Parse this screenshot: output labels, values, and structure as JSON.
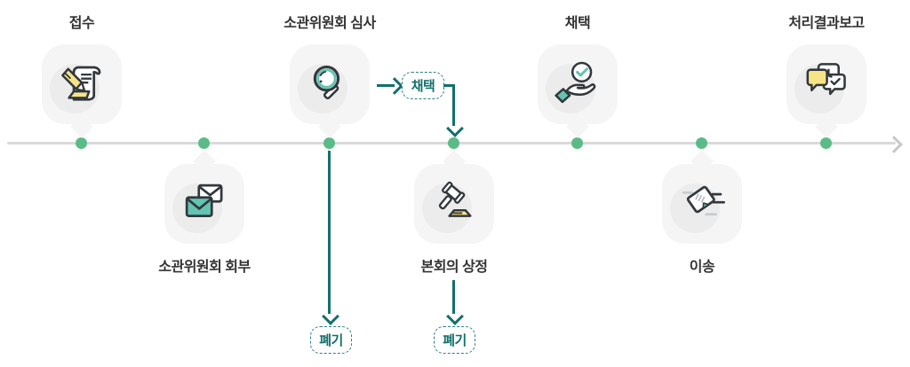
{
  "process": {
    "steps": [
      {
        "label": "접수",
        "icon": "pen-document-icon",
        "side": "above"
      },
      {
        "label": "소관위원회 회부",
        "icon": "envelopes-icon",
        "side": "below"
      },
      {
        "label": "소관위원회 심사",
        "icon": "magnifier-icon",
        "side": "above"
      },
      {
        "label": "본회의 상정",
        "icon": "gavel-icon",
        "side": "below"
      },
      {
        "label": "채택",
        "icon": "hand-check-icon",
        "side": "above"
      },
      {
        "label": "이송",
        "icon": "send-document-icon",
        "side": "below"
      },
      {
        "label": "처리결과보고",
        "icon": "chat-bubbles-icon",
        "side": "above"
      }
    ],
    "badges": {
      "adopt": "채택",
      "discard": "폐기"
    },
    "colors": {
      "teal": "#13706b",
      "dot_green": "#5bbb86",
      "card_bg": "#f5f5f5",
      "line_gray": "#d9d9d9",
      "icon_teal": "#63c4b2",
      "icon_yellow": "#f7e486",
      "text": "#333333"
    }
  }
}
